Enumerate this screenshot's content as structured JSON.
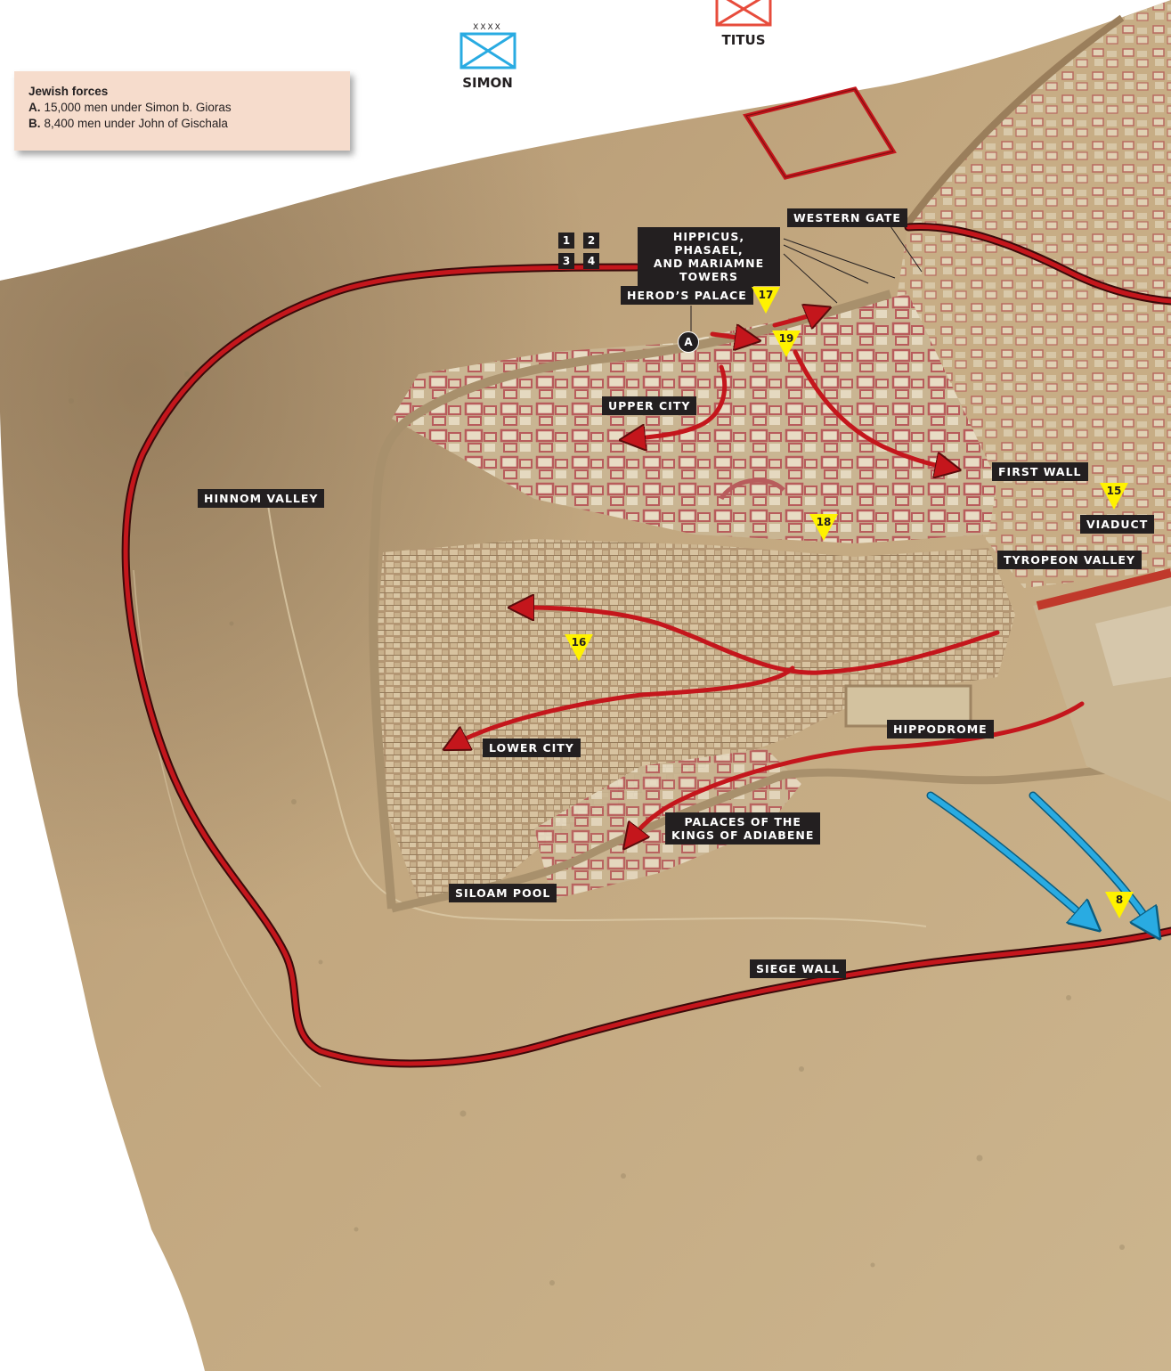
{
  "legend": {
    "title": "Jewish forces",
    "items": [
      {
        "key": "A.",
        "text": "15,000 men under Simon b. Gioras"
      },
      {
        "key": "B.",
        "text": "8,400 men under John of Gischala"
      }
    ]
  },
  "units": {
    "simon": {
      "name": "SIMON",
      "echelon": "XXXX",
      "color": "#29abe2"
    },
    "titus": {
      "name": "TITUS",
      "color": "#e74c3c"
    }
  },
  "labels": {
    "western_gate": "WESTERN GATE",
    "towers_1": "HIPPICUS, PHASAEL,",
    "towers_2": "AND MARIAMNE",
    "towers_3": "TOWERS",
    "herods_palace": "HEROD’S PALACE",
    "upper_city": "UPPER CITY",
    "first_wall": "FIRST WALL",
    "viaduct": "VIADUCT",
    "tyropeon_valley": "TYROPEON VALLEY",
    "hinnom_valley": "HINNOM VALLEY",
    "hippodrome": "HIPPODROME",
    "lower_city": "LOWER CITY",
    "adiabene_1": "PALACES OF THE",
    "adiabene_2": "KINGS OF ADIABENE",
    "siloam_pool": "SILOAM POOL",
    "siege_wall": "SIEGE WALL"
  },
  "tower_numbers": [
    "1",
    "2",
    "3",
    "4"
  ],
  "event_markers": [
    "17",
    "19",
    "18",
    "15",
    "16",
    "8"
  ],
  "circle_marker": "A",
  "colors": {
    "roman_arrows": "#c4161c",
    "jewish_arrows": "#29abe2",
    "event_marker": "#fff200",
    "label_bg": "#231f20",
    "legend_bg": "#f6dccc"
  }
}
